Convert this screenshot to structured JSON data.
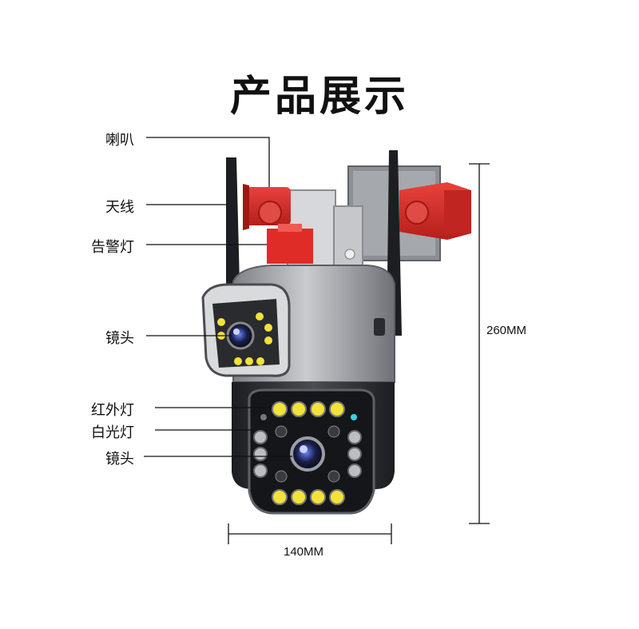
{
  "title": "产品展示",
  "labels": {
    "speaker": "喇叭",
    "antenna": "天线",
    "warning_light": "告警灯",
    "lens_top": "镜头",
    "infrared_light": "红外灯",
    "white_light": "白光灯",
    "lens_bottom": "镜头"
  },
  "dimensions": {
    "height": "260MM",
    "width": "140MM"
  },
  "colors": {
    "speaker_red": "#d42a25",
    "body_silver": "#9a9da2",
    "body_dark": "#2e2f33",
    "led_yellow": "#f2e23a"
  }
}
